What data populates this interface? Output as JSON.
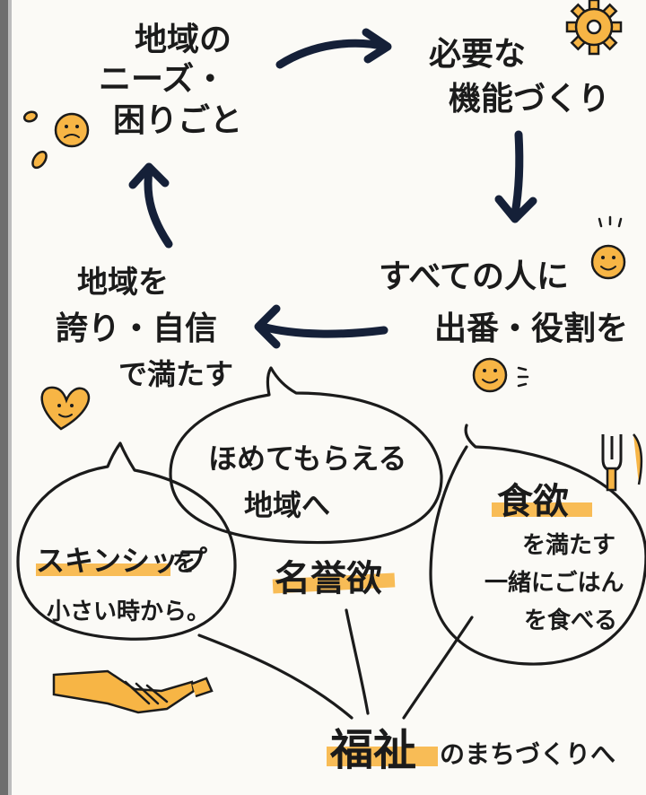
{
  "cycle": {
    "node_top_left": [
      "地域の",
      "ニーズ・",
      "困りごと"
    ],
    "node_top_right": [
      "必要な",
      "機能づくり"
    ],
    "node_right": [
      "すべての人に",
      "出番・役割を"
    ],
    "node_left": [
      "地域を",
      "誇り・自信",
      "で満たす"
    ]
  },
  "bubbles": {
    "left": {
      "line1": "スキンシップ",
      "line1_suffix": "を",
      "line2": "小さい時から。"
    },
    "center": {
      "line1": "ほめてもらえる",
      "line2": "地域へ"
    },
    "center_label": "名誉欲",
    "right": {
      "title": "食欲",
      "line1": "を満たす",
      "line2": "一緒にごはん",
      "line3": "を食べる"
    }
  },
  "bottom": {
    "main": "福祉",
    "suffix": "のまちづくりへ"
  },
  "colors": {
    "highlight": "#f7b545",
    "arrow": "#152038",
    "ink": "#1b1b1b"
  },
  "icons": [
    "sweat-drop-icon",
    "worried-face-icon",
    "gear-icon",
    "smiling-face-icon",
    "heart-face-icon",
    "fork-icon",
    "handshake-icon"
  ]
}
